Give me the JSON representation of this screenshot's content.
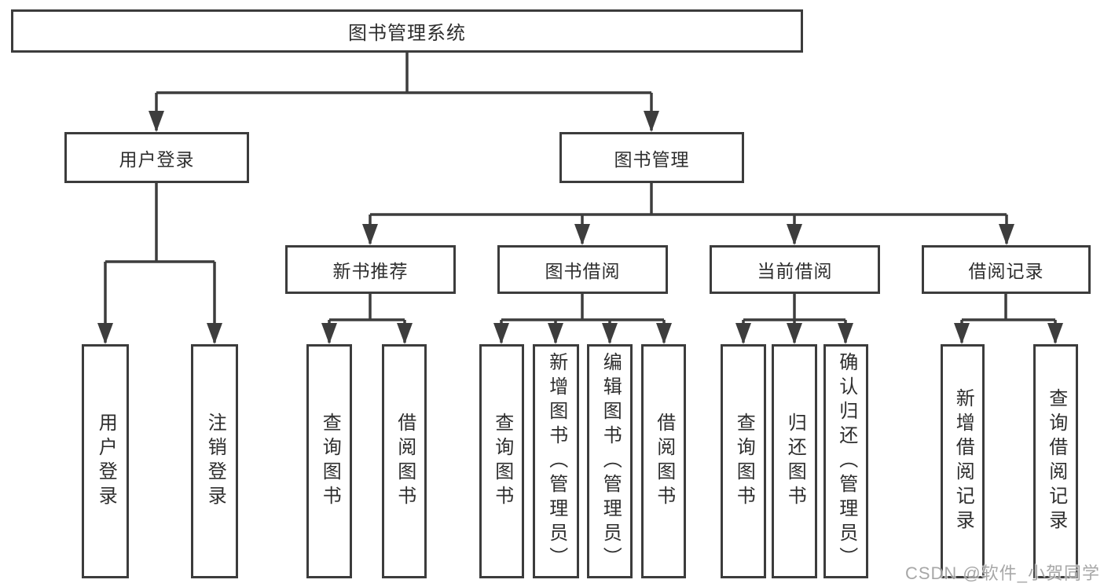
{
  "tree": {
    "root": "图书管理系统",
    "branches": [
      {
        "label": "用户登录",
        "children": [
          "用户登录",
          "注销登录"
        ]
      },
      {
        "label": "图书管理",
        "groups": [
          {
            "label": "新书推荐",
            "children": [
              "查询图书",
              "借阅图书"
            ]
          },
          {
            "label": "图书借阅",
            "children": [
              "查询图书",
              "新增图书（管理员）",
              "编辑图书（管理员）",
              "借阅图书"
            ]
          },
          {
            "label": "当前借阅",
            "children": [
              "查询图书",
              "归还图书",
              "确认归还（管理员）"
            ]
          },
          {
            "label": "借阅记录",
            "children": [
              "新增借阅记录",
              "查询借阅记录"
            ]
          }
        ]
      }
    ]
  },
  "watermark": {
    "text": "CSDN @软件_小贺同学"
  },
  "colors": {
    "box_border": "#3c3c3c",
    "line": "#3d3d3d",
    "text": "#2e2e2e",
    "watermark": "#9e9e9e",
    "background": "#ffffff"
  }
}
